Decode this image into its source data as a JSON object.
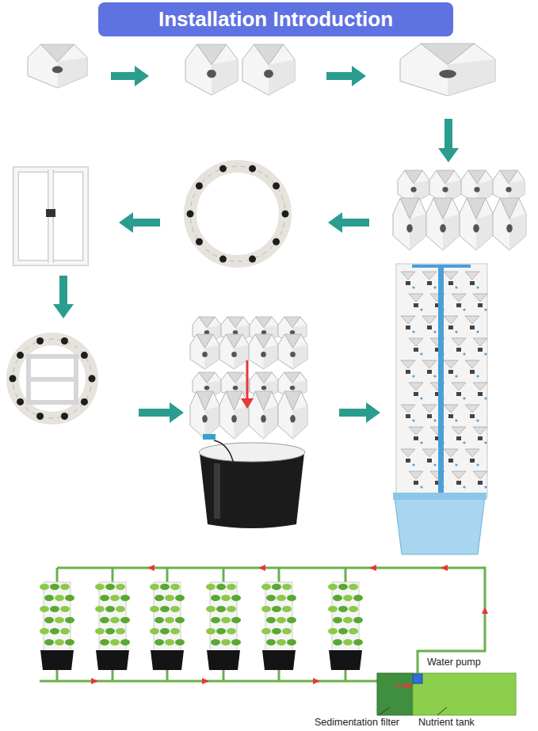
{
  "diagram": {
    "title": "Installation Introduction",
    "labels": [
      "Water pump",
      "Sedimentation filter",
      "Nutrient tank"
    ]
  }
}
